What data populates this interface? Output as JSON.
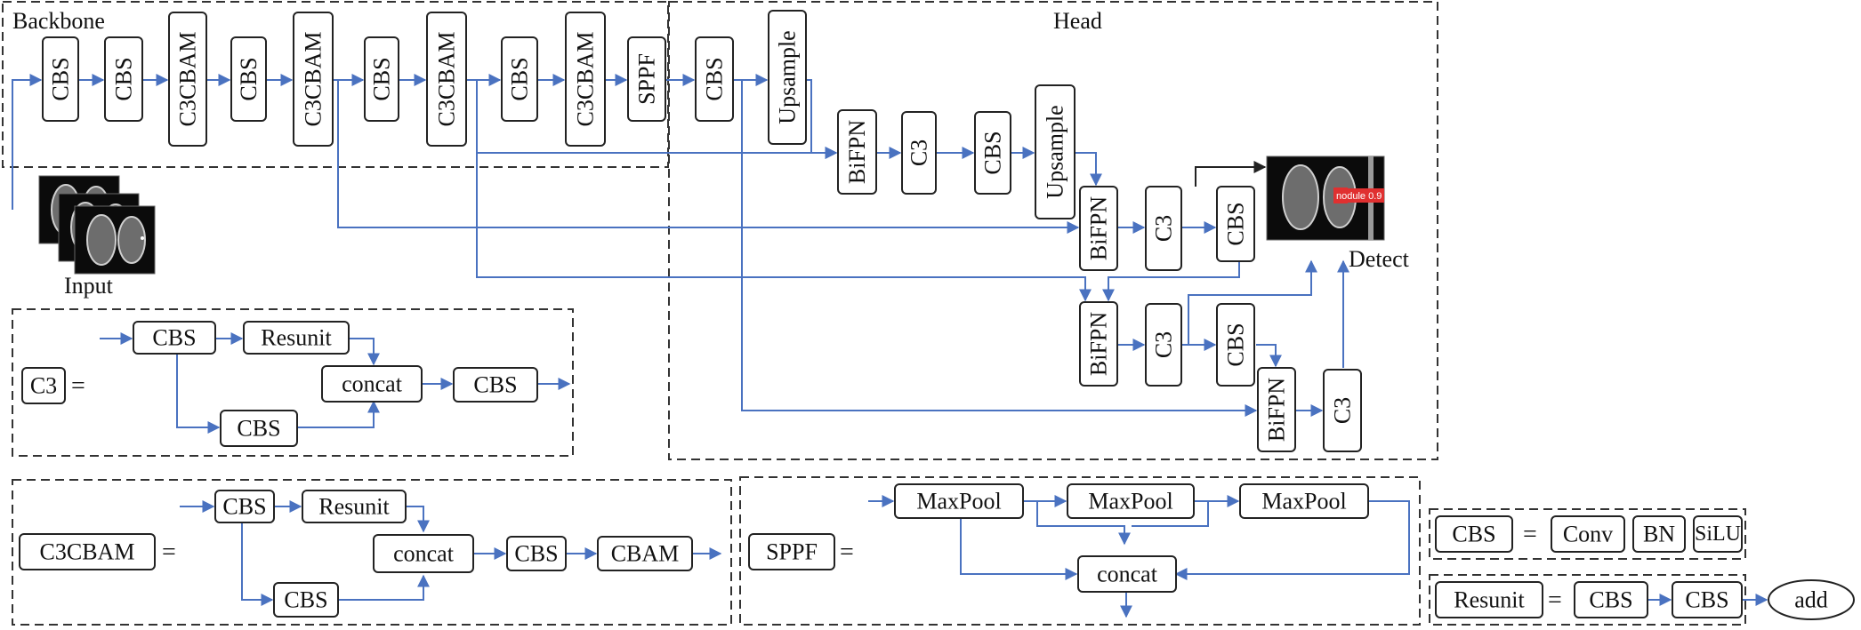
{
  "sections": {
    "backbone": "Backbone",
    "head": "Head",
    "input": "Input",
    "detect": "Detect"
  },
  "backbone_blocks": [
    "CBS",
    "CBS",
    "C3CBAM",
    "CBS",
    "C3CBAM",
    "CBS",
    "C3CBAM",
    "CBS",
    "C3CBAM",
    "SPPF"
  ],
  "head_blocks": {
    "cbs_top": "CBS",
    "upsample_1": "Upsample",
    "bifpn_1": "BiFPN",
    "c3_1": "C3",
    "cbs_1": "CBS",
    "upsample_2": "Upsample",
    "bifpn_2": "BiFPN",
    "c3_2": "C3",
    "cbs_2": "CBS",
    "bifpn_3": "BiFPN",
    "c3_3": "C3",
    "cbs_3": "CBS",
    "bifpn_4": "BiFPN",
    "c3_4": "C3"
  },
  "detection_label": "nodule 0.9",
  "legend_c3": {
    "name": "C3",
    "equals": "=",
    "cbs_in": "CBS",
    "resunit": "Resunit",
    "concat": "concat",
    "cbs_out": "CBS",
    "cbs_branch": "CBS"
  },
  "legend_c3cbam": {
    "name": "C3CBAM",
    "equals": "=",
    "cbs_in": "CBS",
    "resunit": "Resunit",
    "concat": "concat",
    "cbs_out": "CBS",
    "cbam": "CBAM",
    "cbs_branch": "CBS"
  },
  "legend_sppf": {
    "name": "SPPF",
    "equals": "=",
    "maxpool_1": "MaxPool",
    "maxpool_2": "MaxPool",
    "maxpool_3": "MaxPool",
    "concat": "concat"
  },
  "legend_cbs": {
    "name": "CBS",
    "equals": "=",
    "conv": "Conv",
    "bn": "BN",
    "silu": "SiLU"
  },
  "legend_resunit": {
    "name": "Resunit",
    "equals": "=",
    "cbs_1": "CBS",
    "cbs_2": "CBS",
    "add": "add"
  },
  "colors": {
    "arrow": "#4a72c0",
    "box_stroke": "#222222",
    "detection_box": "#e03030"
  }
}
